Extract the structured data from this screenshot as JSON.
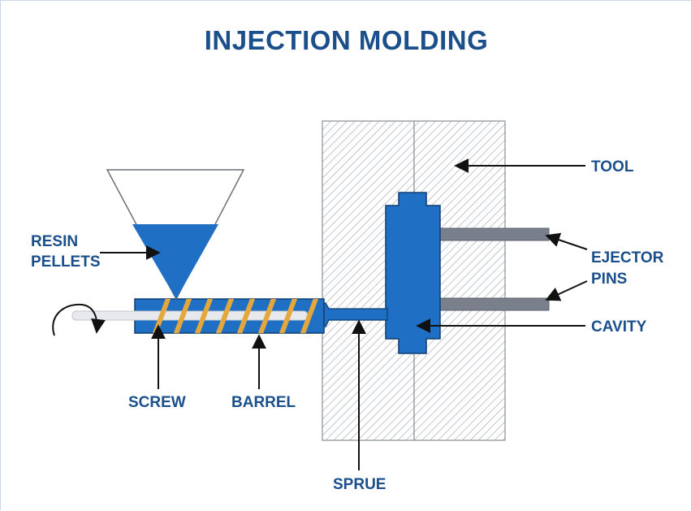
{
  "title": "INJECTION MOLDING",
  "labels": {
    "tool": "TOOL",
    "resin_line1": "RESIN",
    "resin_line2": "PELLETS",
    "ejector_line1": "EJECTOR",
    "ejector_line2": "PINS",
    "cavity": "CAVITY",
    "screw": "SCREW",
    "barrel": "BARREL",
    "sprue": "SPRUE"
  },
  "colors": {
    "title": "#1a4f8b",
    "molten_resin": "#1f6fc5",
    "screw_flight": "#e3a73b",
    "ejector_pin": "#7a7f8c",
    "tool_hatch": "#9aa0aa"
  }
}
